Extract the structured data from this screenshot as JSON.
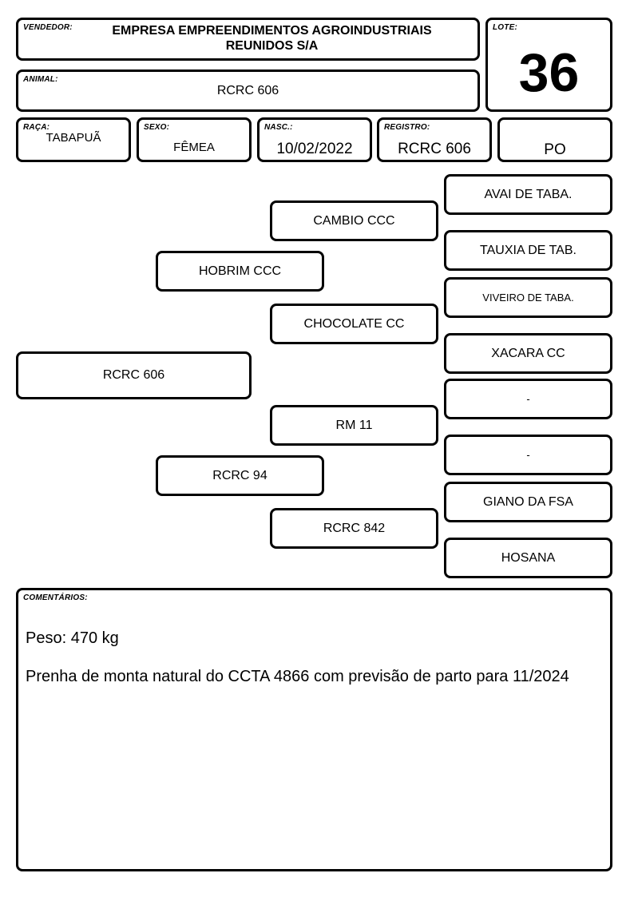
{
  "header": {
    "vendedor": {
      "label": "VENDEDOR:",
      "line1": "EMPRESA EMPREENDIMENTOS AGROINDUSTRIAIS",
      "line2": "REUNIDOS S/A"
    },
    "lote": {
      "label": "LOTE:",
      "value": "36"
    },
    "animal": {
      "label": "ANIMAL:",
      "value": "RCRC 606"
    }
  },
  "info": {
    "raca": {
      "label": "RAÇA:",
      "value": "TABAPUÃ"
    },
    "sexo": {
      "label": "SEXO:",
      "value": "FÊMEA"
    },
    "nasc": {
      "label": "NASC.:",
      "value": "10/02/2022"
    },
    "registro": {
      "label": "REGISTRO:",
      "value": "RCRC 606"
    },
    "categoria": {
      "value": "PO"
    }
  },
  "pedigree": {
    "animal": "RCRC 606",
    "sire": "HOBRIM CCC",
    "dam": "RCRC 94",
    "sire_sire": "CAMBIO CCC",
    "sire_dam": "CHOCOLATE CC",
    "dam_sire": "RM 11",
    "dam_dam": "RCRC 842",
    "ggp": [
      "AVAI DE TABA.",
      "TAUXIA DE TAB.",
      "VIVEIRO DE TABA.",
      "XACARA CC",
      "-",
      "-",
      "GIANO DA FSA",
      "HOSANA"
    ]
  },
  "comments": {
    "label": "COMENTÁRIOS:",
    "line1": "Peso: 470 kg",
    "line2": "Prenha de monta natural do CCTA 4866 com previsão de parto para 11/2024"
  }
}
